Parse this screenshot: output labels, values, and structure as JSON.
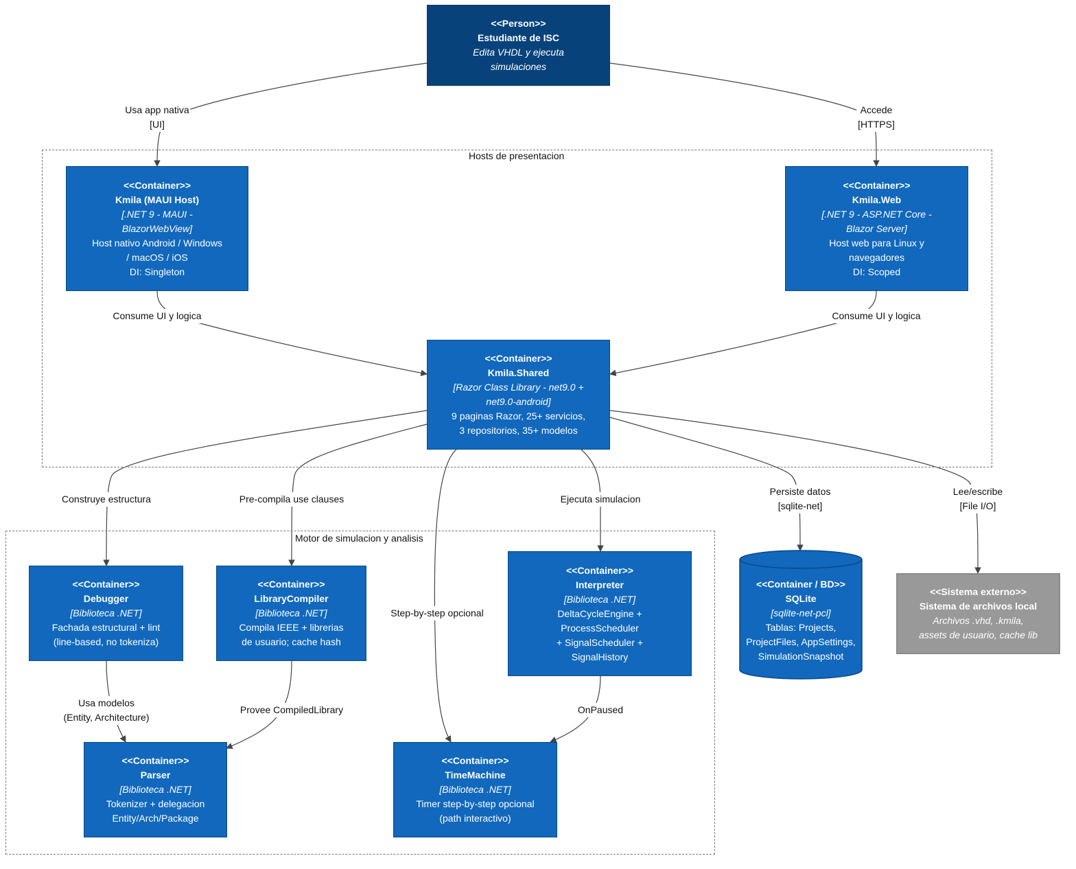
{
  "boundaries": {
    "presentacion": "Hosts de presentacion",
    "motor": "Motor de simulacion y analisis"
  },
  "nodes": {
    "student": {
      "stereo": "<<Person>>",
      "name": "Estudiante de ISC",
      "desc": [
        "Edita VHDL y ejecuta",
        "simulaciones"
      ]
    },
    "maui": {
      "stereo": "<<Container>>",
      "name": "Kmila (MAUI Host)",
      "tech": [
        "[.NET 9 - MAUI -",
        "BlazorWebView]"
      ],
      "desc": [
        "Host nativo Android / Windows",
        "/ macOS / iOS",
        "DI: Singleton"
      ]
    },
    "web": {
      "stereo": "<<Container>>",
      "name": "Kmila.Web",
      "tech": [
        "[.NET 9 - ASP.NET Core -",
        "Blazor Server]"
      ],
      "desc": [
        "Host web para Linux y",
        "navegadores",
        "DI: Scoped"
      ]
    },
    "shared": {
      "stereo": "<<Container>>",
      "name": "Kmila.Shared",
      "tech": [
        "[Razor Class Library - net9.0 +",
        "net9.0-android]"
      ],
      "desc": [
        "9 paginas Razor, 25+ servicios,",
        "3 repositorios, 35+ modelos"
      ]
    },
    "debugger": {
      "stereo": "<<Container>>",
      "name": "Debugger",
      "tech": [
        "[Biblioteca .NET]"
      ],
      "desc": [
        "Fachada estructural + lint",
        "(line-based, no tokeniza)"
      ]
    },
    "compiler": {
      "stereo": "<<Container>>",
      "name": "LibraryCompiler",
      "tech": [
        "[Biblioteca .NET]"
      ],
      "desc": [
        "Compila IEEE + librerias",
        "de usuario; cache hash"
      ]
    },
    "interpreter": {
      "stereo": "<<Container>>",
      "name": "Interpreter",
      "tech": [
        "[Biblioteca .NET]"
      ],
      "desc": [
        "DeltaCycleEngine +",
        "ProcessScheduler",
        "+ SignalScheduler +",
        "SignalHistory"
      ]
    },
    "sqlite": {
      "stereo": "<<Container / BD>>",
      "name": "SQLite",
      "tech": [
        "[sqlite-net-pcl]"
      ],
      "desc": [
        "Tablas: Projects,",
        "ProjectFiles, AppSettings,",
        "SimulationSnapshot"
      ]
    },
    "filesystem": {
      "stereo": "<<Sistema externo>>",
      "name": "Sistema de archivos local",
      "desc": [
        "Archivos .vhd, .kmila,",
        "assets de usuario, cache lib"
      ]
    },
    "parser": {
      "stereo": "<<Container>>",
      "name": "Parser",
      "tech": [
        "[Biblioteca .NET]"
      ],
      "desc": [
        "Tokenizer + delegacion",
        "Entity/Arch/Package"
      ]
    },
    "timemachine": {
      "stereo": "<<Container>>",
      "name": "TimeMachine",
      "tech": [
        "[Biblioteca .NET]"
      ],
      "desc": [
        "Timer step-by-step opcional",
        "(path interactivo)"
      ]
    }
  },
  "edges": {
    "student_maui": [
      "Usa app nativa",
      "[UI]"
    ],
    "student_web": [
      "Accede",
      "[HTTPS]"
    ],
    "maui_shared": [
      "Consume UI y logica"
    ],
    "web_shared": [
      "Consume UI y logica"
    ],
    "shared_debugger": [
      "Construye estructura"
    ],
    "shared_compiler": [
      "Pre-compila use clauses"
    ],
    "shared_timemachine": [
      "Step-by-step opcional"
    ],
    "shared_interpreter": [
      "Ejecuta simulacion"
    ],
    "shared_sqlite": [
      "Persiste datos",
      "[sqlite-net]"
    ],
    "shared_filesystem": [
      "Lee/escribe",
      "[File I/O]"
    ],
    "debugger_parser": [
      "Usa modelos",
      "(Entity, Architecture)"
    ],
    "compiler_parser": [
      "Provee CompiledLibrary"
    ],
    "interpreter_timemachine": [
      "OnPaused"
    ]
  },
  "colors": {
    "person": "#08427b",
    "container": "#1168bd",
    "external": "#999999",
    "edge": "#444444"
  }
}
